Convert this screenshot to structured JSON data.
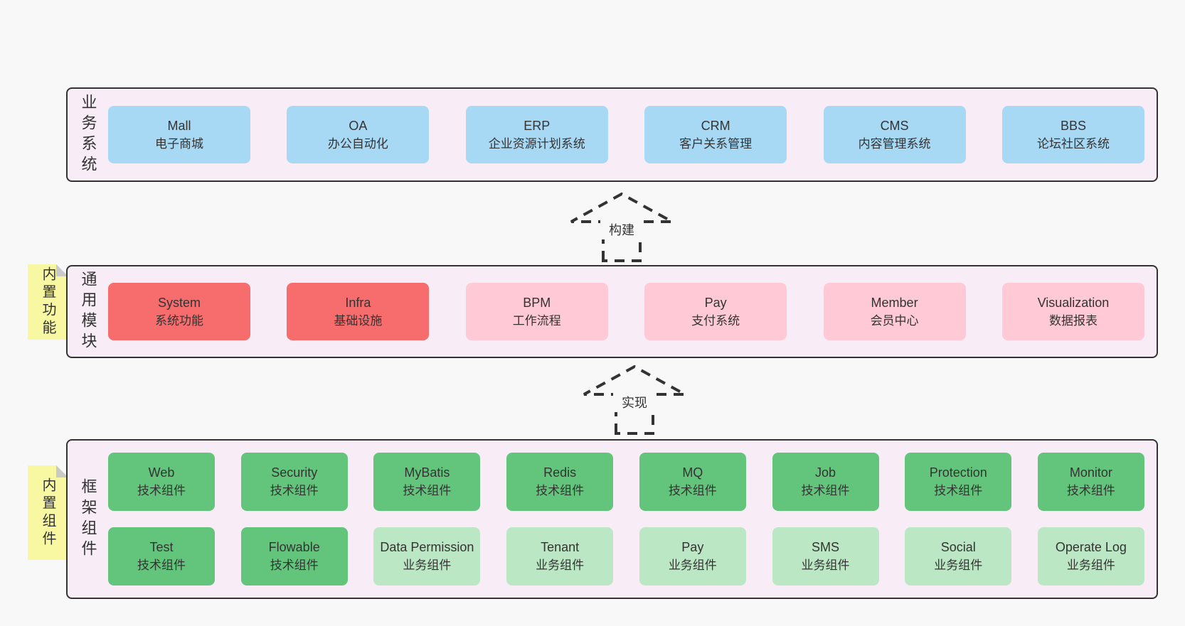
{
  "diagram": {
    "colors": {
      "page-bg": "#f8f8f8",
      "band-bg": "#f8edf6",
      "border": "#333333",
      "text": "#333333",
      "blue": "#a7d9f5",
      "red": "#f76c6c",
      "pink": "#ffcad5",
      "green-dark": "#63c57b",
      "green-light": "#bce7c5",
      "sticky": "#f8f8a2",
      "sticky-fold": "#c9c9c9"
    },
    "arrows": [
      {
        "label": "构建"
      },
      {
        "label": "实现"
      }
    ],
    "bands": {
      "business": {
        "title": "业务系统",
        "items": [
          {
            "name": "Mall",
            "sub": "电子商城",
            "type": "blue"
          },
          {
            "name": "OA",
            "sub": "办公自动化",
            "type": "blue"
          },
          {
            "name": "ERP",
            "sub": "企业资源计划系统",
            "type": "blue"
          },
          {
            "name": "CRM",
            "sub": "客户关系管理",
            "type": "blue"
          },
          {
            "name": "CMS",
            "sub": "内容管理系统",
            "type": "blue"
          },
          {
            "name": "BBS",
            "sub": "论坛社区系统",
            "type": "blue"
          }
        ]
      },
      "modules": {
        "title": "通用模块",
        "sticky": "内置功能",
        "items": [
          {
            "name": "System",
            "sub": "系统功能",
            "type": "red"
          },
          {
            "name": "Infra",
            "sub": "基础设施",
            "type": "red"
          },
          {
            "name": "BPM",
            "sub": "工作流程",
            "type": "pink"
          },
          {
            "name": "Pay",
            "sub": "支付系统",
            "type": "pink"
          },
          {
            "name": "Member",
            "sub": "会员中心",
            "type": "pink"
          },
          {
            "name": "Visualization",
            "sub": "数据报表",
            "type": "pink"
          }
        ]
      },
      "components": {
        "title": "框架组件",
        "sticky": "内置组件",
        "rows": [
          [
            {
              "name": "Web",
              "sub": "技术组件",
              "type": "green-dark"
            },
            {
              "name": "Security",
              "sub": "技术组件",
              "type": "green-dark"
            },
            {
              "name": "MyBatis",
              "sub": "技术组件",
              "type": "green-dark"
            },
            {
              "name": "Redis",
              "sub": "技术组件",
              "type": "green-dark"
            },
            {
              "name": "MQ",
              "sub": "技术组件",
              "type": "green-dark"
            },
            {
              "name": "Job",
              "sub": "技术组件",
              "type": "green-dark"
            },
            {
              "name": "Protection",
              "sub": "技术组件",
              "type": "green-dark"
            },
            {
              "name": "Monitor",
              "sub": "技术组件",
              "type": "green-dark"
            }
          ],
          [
            {
              "name": "Test",
              "sub": "技术组件",
              "type": "green-dark"
            },
            {
              "name": "Flowable",
              "sub": "技术组件",
              "type": "green-dark"
            },
            {
              "name": "Data Permission",
              "sub": "业务组件",
              "type": "green-light"
            },
            {
              "name": "Tenant",
              "sub": "业务组件",
              "type": "green-light"
            },
            {
              "name": "Pay",
              "sub": "业务组件",
              "type": "green-light"
            },
            {
              "name": "SMS",
              "sub": "业务组件",
              "type": "green-light"
            },
            {
              "name": "Social",
              "sub": "业务组件",
              "type": "green-light"
            },
            {
              "name": "Operate Log",
              "sub": "业务组件",
              "type": "green-light"
            }
          ]
        ]
      }
    }
  }
}
